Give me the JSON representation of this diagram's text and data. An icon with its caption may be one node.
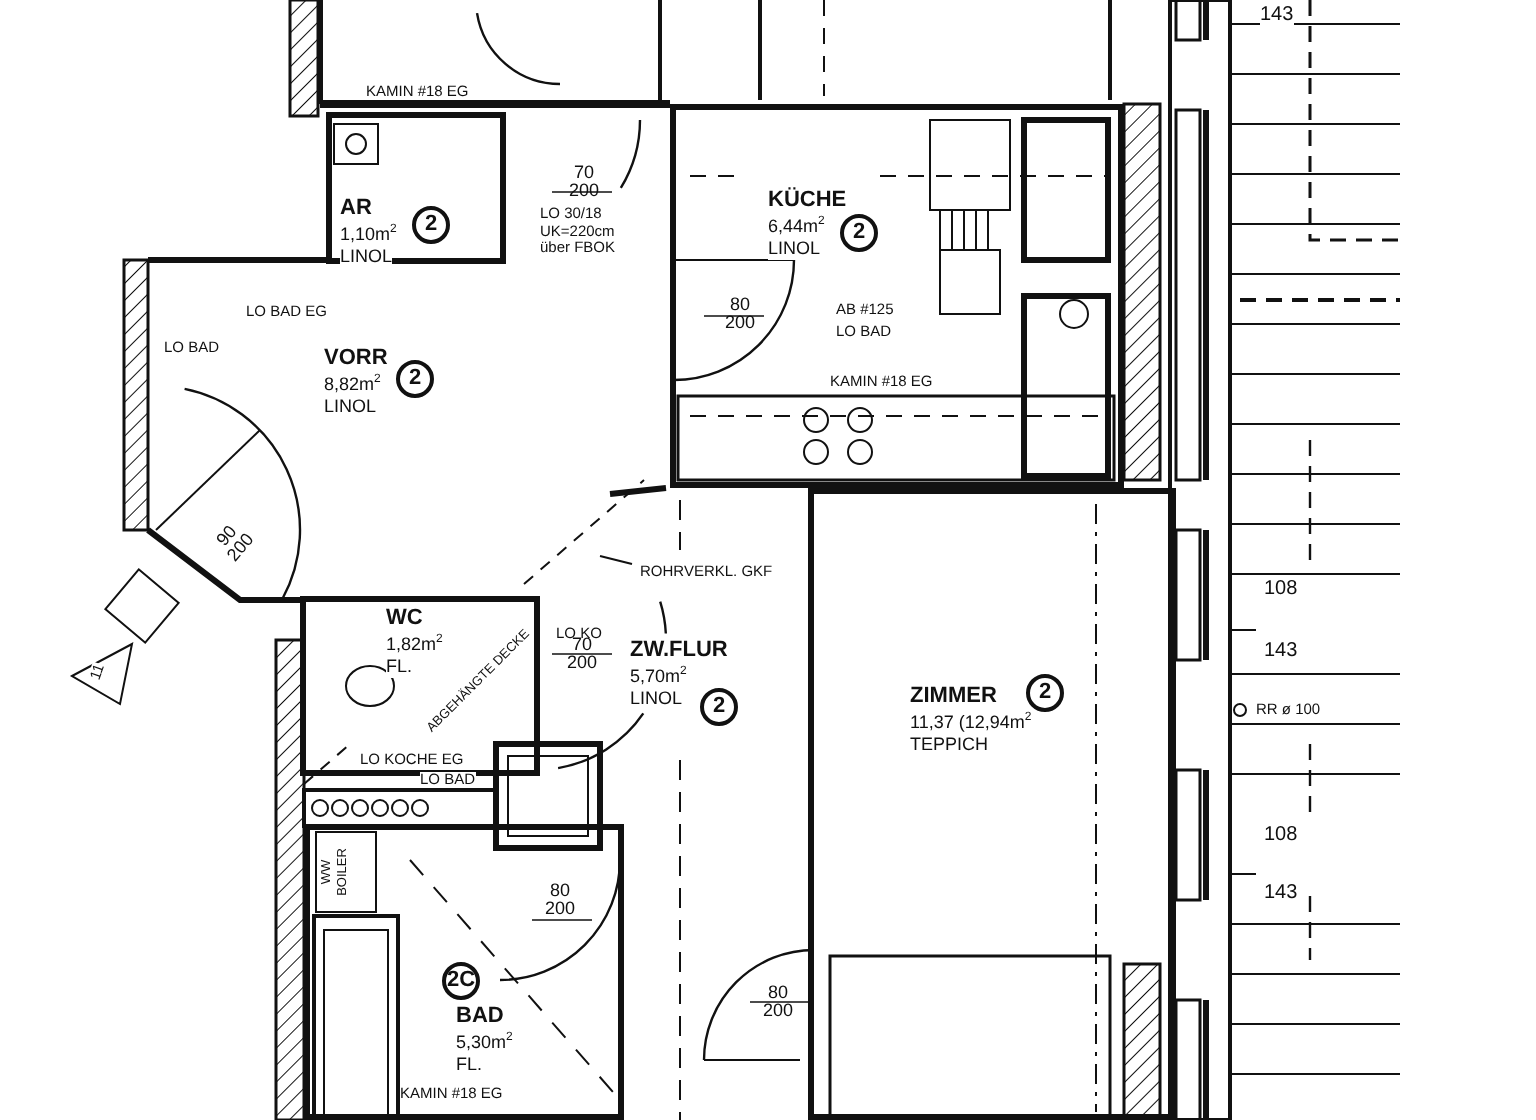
{
  "diagram": {
    "nodes": [
      {
        "text": [
          "AR",
          "1,10m$^{2}$",
          "LINOL",
          "2"
        ]
      },
      {
        "text": [
          "VORR",
          "8,82m$^{2}$",
          "LINOL",
          "2"
        ]
      },
      {
        "text": [
          "KÜCHE",
          "6,44m$^{2}$",
          "LINOL",
          "2"
        ]
      },
      {
        "text": [
          "WC",
          "1,82m$^{2}$",
          "FL."
        ]
      },
      {
        "text": [
          "ZW.FLUR",
          "5,70m$^{2}$",
          "LINOL",
          "2"
        ]
      },
      {
        "text": [
          "ZIMMER",
          "11,37 (12,94m$^{2}$",
          "TEPPICH",
          "2"
        ]
      },
      {
        "text": [
          "2C",
          "BAD",
          "5,30m$^{2}$",
          "FL."
        ]
      }
    ],
    "labels": [
      "KAMIN #18 EG",
      "70 200",
      "LO 30/18",
      "UK=220cm über FBOK",
      "LO BAD EG",
      "LO BAD",
      "80 200",
      "AB #125",
      "LO BAD",
      "KAMIN #18 EG",
      "90 200",
      "11",
      "ROHRVERKL. GKF",
      "LO KO",
      "70 200",
      "ABGEHÄNGTE DECKE",
      "LO KOCHE EG",
      "LO BAD",
      "80 200",
      "80 200",
      "WW BOILER",
      "KAMIN #18 EG",
      "143",
      "108",
      "143",
      "RR ø 100",
      "108",
      "143"
    ]
  }
}
